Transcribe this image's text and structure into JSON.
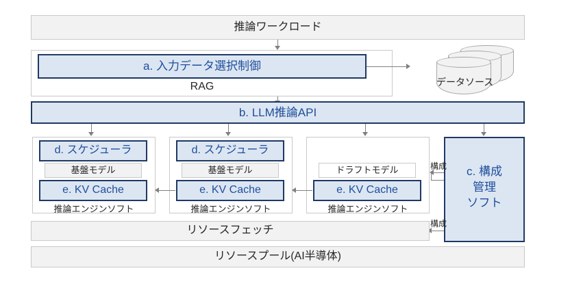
{
  "diagram": {
    "title_text": "推論ワークロード",
    "workload": {
      "label": "推論ワークロード"
    },
    "rag": {
      "container_label": "RAG",
      "accent_box": {
        "label": "a. 入力データ選択制御"
      }
    },
    "datasource": {
      "label": "データソース",
      "icon": "database-cylinder-icon"
    },
    "llm_api": {
      "label": "b. LLM推論API"
    },
    "engines": [
      {
        "name": "engine-1",
        "scheduler": "d. スケジューラ",
        "model": "基盤モデル",
        "kv_cache": "e. KV Cache",
        "caption": "推論エンジンソフト"
      },
      {
        "name": "engine-2",
        "scheduler": "d. スケジューラ",
        "model": "基盤モデル",
        "kv_cache": "e. KV Cache",
        "caption": "推論エンジンソフト"
      },
      {
        "name": "engine-3",
        "scheduler": null,
        "model": "ドラフトモデル",
        "kv_cache": "e. KV Cache",
        "caption": "推論エンジンソフト"
      }
    ],
    "config_manager": {
      "line1": "c. 構成",
      "line2": "管理",
      "line3": "ソフト"
    },
    "config_arrow_labels": {
      "upper": "構成",
      "lower": "構成"
    },
    "resource_fetch": {
      "label": "リソースフェッチ"
    },
    "resource_pool": {
      "label": "リソースプール(AI半導体)"
    },
    "colors": {
      "accent_fill": "#dce6f2",
      "accent_border": "#1f3864",
      "accent_text": "#1f4e9c",
      "gray_fill": "#f2f2f2",
      "gray_border": "#c9c9c9",
      "line": "#808080",
      "body_text": "#262626",
      "background": "#ffffff"
    }
  }
}
